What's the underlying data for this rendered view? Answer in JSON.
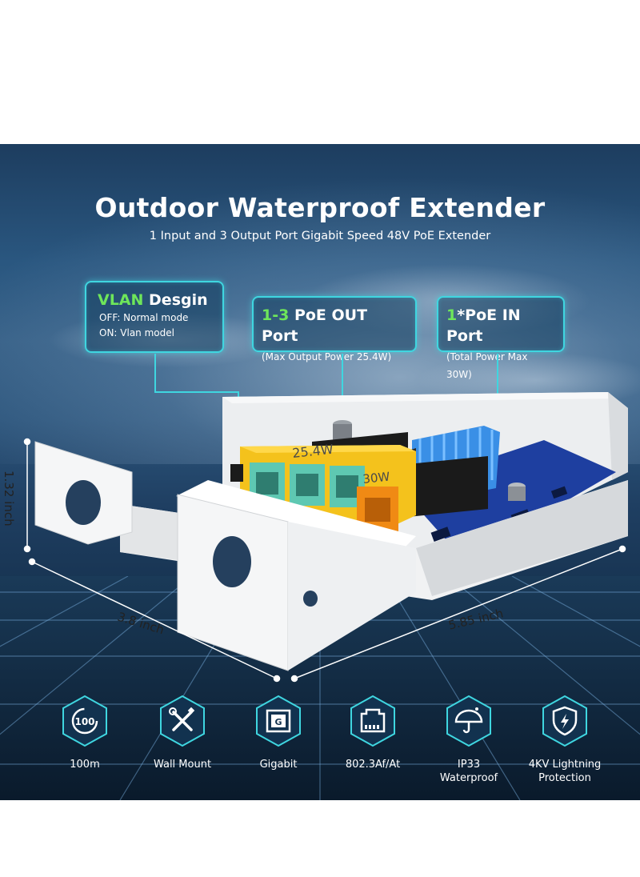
{
  "headline": {
    "title": "Outdoor Waterproof Extender",
    "subtitle": "1 Input and 3 Output Port Gigabit Speed 48V PoE Extender"
  },
  "callouts": {
    "vlan": {
      "highlight": "VLAN",
      "title": " Desgin",
      "line1": "OFF: Normal mode",
      "line2": "ON: Vlan model"
    },
    "poe_out": {
      "highlight": "1-3",
      "title": " PoE OUT Port",
      "detail": "(Max Output Power 25.4W)"
    },
    "poe_in": {
      "highlight": "1",
      "title": "*PoE IN Port",
      "detail": "(Total Power Max 30W)"
    }
  },
  "device_labels": {
    "out_power": "25.4W",
    "in_power": "30W"
  },
  "dimensions": {
    "height": "1.32 inch",
    "width": "3.8 inch",
    "length": "5.85 inch"
  },
  "features": [
    {
      "icon": "distance-100-icon",
      "label": "100m"
    },
    {
      "icon": "wall-mount-tools-icon",
      "label": "Wall Mount"
    },
    {
      "icon": "gigabit-chip-icon",
      "label": "Gigabit"
    },
    {
      "icon": "ethernet-port-icon",
      "label": "802.3Af/At"
    },
    {
      "icon": "umbrella-rain-icon",
      "label": "IP33\nWaterproof"
    },
    {
      "icon": "lightning-shield-icon",
      "label": "4KV Lightning\nProtection"
    }
  ],
  "icon_text": {
    "distance": "100",
    "chip": "G"
  },
  "colors": {
    "accent_cyan": "#3fd6e0",
    "accent_green": "#6ee65a",
    "port_yellow": "#f4c21c",
    "port_orange": "#f08a14",
    "port_teal": "#5ec8b2",
    "heatsink_blue": "#3a8fe6",
    "pcb_blue": "#1e3fa0"
  }
}
